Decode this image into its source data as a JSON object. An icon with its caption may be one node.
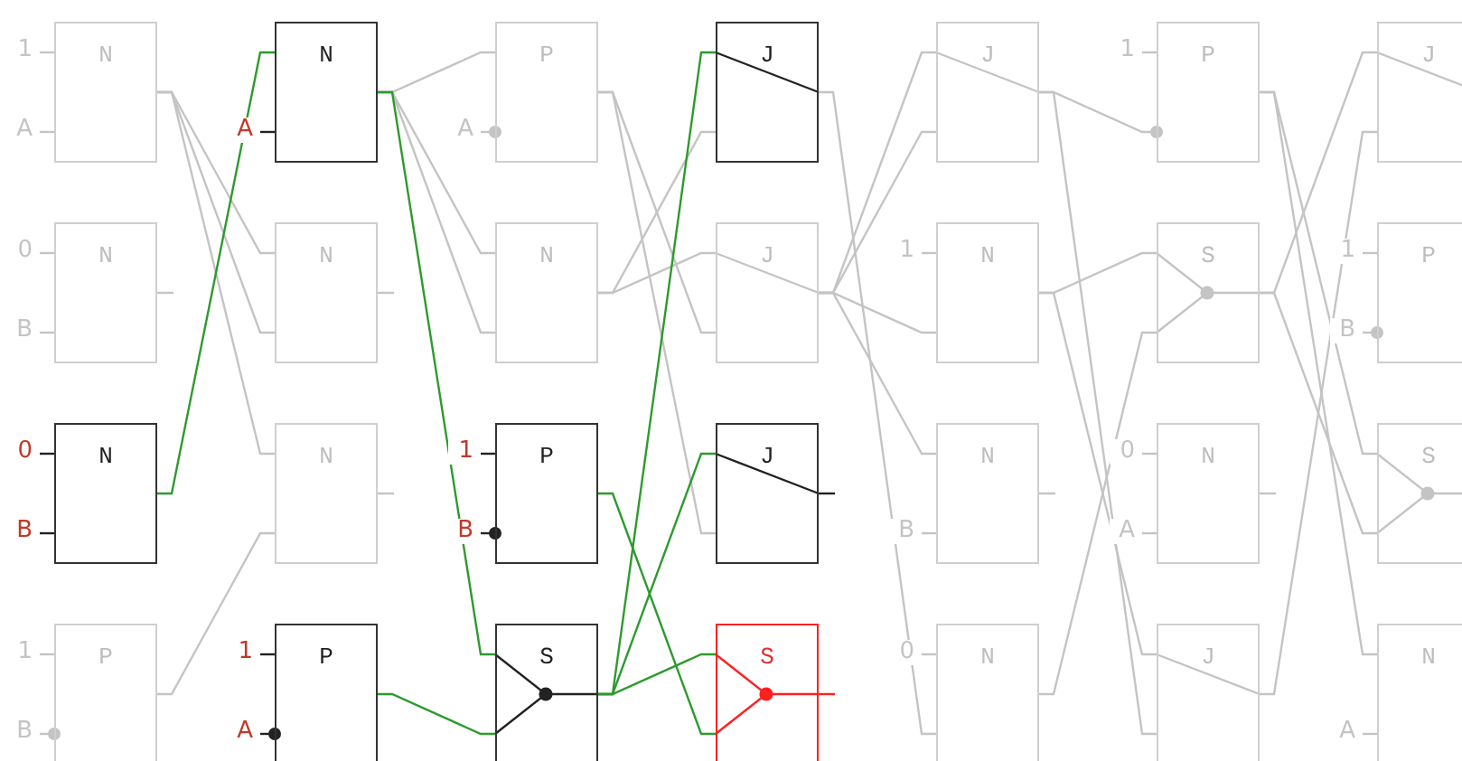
{
  "diagram": {
    "nodes": [
      {
        "text": [
          "N"
        ],
        "beside": [
          "1",
          "A"
        ]
      },
      {
        "text": [
          "N"
        ],
        "beside": [
          "A"
        ]
      },
      {
        "text": [
          "P"
        ],
        "beside": [
          "A"
        ]
      },
      {
        "text": [
          "J"
        ]
      },
      {
        "text": [
          "J"
        ]
      },
      {
        "text": [
          "P"
        ],
        "beside": [
          "1"
        ]
      },
      {
        "text": [
          "J"
        ]
      },
      {
        "text": [
          "N"
        ],
        "beside": [
          "0",
          "B"
        ]
      },
      {
        "text": [
          "N"
        ]
      },
      {
        "text": [
          "N"
        ]
      },
      {
        "text": [
          "J"
        ]
      },
      {
        "text": [
          "N"
        ],
        "beside": [
          "1"
        ]
      },
      {
        "text": [
          "S"
        ]
      },
      {
        "text": [
          "P"
        ],
        "beside": [
          "1",
          "B"
        ]
      },
      {
        "text": [
          "N"
        ],
        "beside": [
          "0",
          "B"
        ]
      },
      {
        "text": [
          "N"
        ]
      },
      {
        "text": [
          "P"
        ],
        "beside": [
          "1",
          "B"
        ]
      },
      {
        "text": [
          "J"
        ]
      },
      {
        "text": [
          "N"
        ],
        "beside": [
          "B"
        ]
      },
      {
        "text": [
          "N"
        ],
        "beside": [
          "0",
          "A"
        ]
      },
      {
        "text": [
          "S"
        ]
      },
      {
        "text": [
          "P"
        ],
        "beside": [
          "1",
          "B"
        ]
      },
      {
        "text": [
          "P"
        ],
        "beside": [
          "1",
          "A"
        ]
      },
      {
        "text": [
          "S"
        ]
      },
      {
        "text": [
          "S"
        ]
      },
      {
        "text": [
          "N"
        ],
        "beside": [
          "0"
        ]
      },
      {
        "text": [
          "J"
        ]
      },
      {
        "text": [
          "N"
        ],
        "beside": [
          "A"
        ]
      }
    ],
    "edges": [
      {
        "from": 0,
        "to": 8,
        "arrow": "none"
      },
      {
        "from": 0,
        "to": 8,
        "arrow": "none"
      },
      {
        "from": 0,
        "to": 15,
        "arrow": "none"
      },
      {
        "from": 14,
        "to": 1,
        "arrow": "none",
        "color": "#2e9a2e"
      },
      {
        "from": 21,
        "to": 15,
        "arrow": "none"
      },
      {
        "from": 1,
        "to": 2,
        "arrow": "none"
      },
      {
        "from": 1,
        "to": 9,
        "arrow": "none"
      },
      {
        "from": 1,
        "to": 9,
        "arrow": "none"
      },
      {
        "from": 1,
        "to": 23,
        "arrow": "none",
        "color": "#2e9a2e"
      },
      {
        "from": 22,
        "to": 23,
        "arrow": "none",
        "color": "#2e9a2e"
      },
      {
        "from": 2,
        "to": 10,
        "arrow": "none"
      },
      {
        "from": 2,
        "to": 17,
        "arrow": "none"
      },
      {
        "from": 9,
        "to": 3,
        "arrow": "none"
      },
      {
        "from": 9,
        "to": 10,
        "arrow": "none"
      },
      {
        "from": 16,
        "to": 24,
        "arrow": "none",
        "color": "#2e9a2e"
      },
      {
        "from": 23,
        "to": 3,
        "arrow": "none",
        "color": "#2e9a2e"
      },
      {
        "from": 23,
        "to": 17,
        "arrow": "none",
        "color": "#2e9a2e"
      },
      {
        "from": 23,
        "to": 24,
        "arrow": "none",
        "color": "#2e9a2e"
      },
      {
        "from": 3,
        "to": 25,
        "arrow": "none"
      },
      {
        "from": 10,
        "to": 4,
        "arrow": "none"
      },
      {
        "from": 10,
        "to": 4,
        "arrow": "none"
      },
      {
        "from": 10,
        "to": 11,
        "arrow": "none"
      },
      {
        "from": 10,
        "to": 18,
        "arrow": "none"
      },
      {
        "from": 4,
        "to": 5,
        "arrow": "other"
      },
      {
        "from": 4,
        "to": 26,
        "arrow": "none"
      },
      {
        "from": 11,
        "to": 12,
        "arrow": "none"
      },
      {
        "from": 11,
        "to": 26,
        "arrow": "none"
      },
      {
        "from": 25,
        "to": 12,
        "arrow": "none"
      },
      {
        "from": 5,
        "to": 20,
        "arrow": "none"
      },
      {
        "from": 5,
        "to": 27,
        "arrow": "none"
      },
      {
        "from": 12,
        "to": 6,
        "arrow": "none"
      },
      {
        "from": 12,
        "to": 20,
        "arrow": "none"
      },
      {
        "from": 26,
        "to": 6,
        "arrow": "none"
      }
    ]
  }
}
